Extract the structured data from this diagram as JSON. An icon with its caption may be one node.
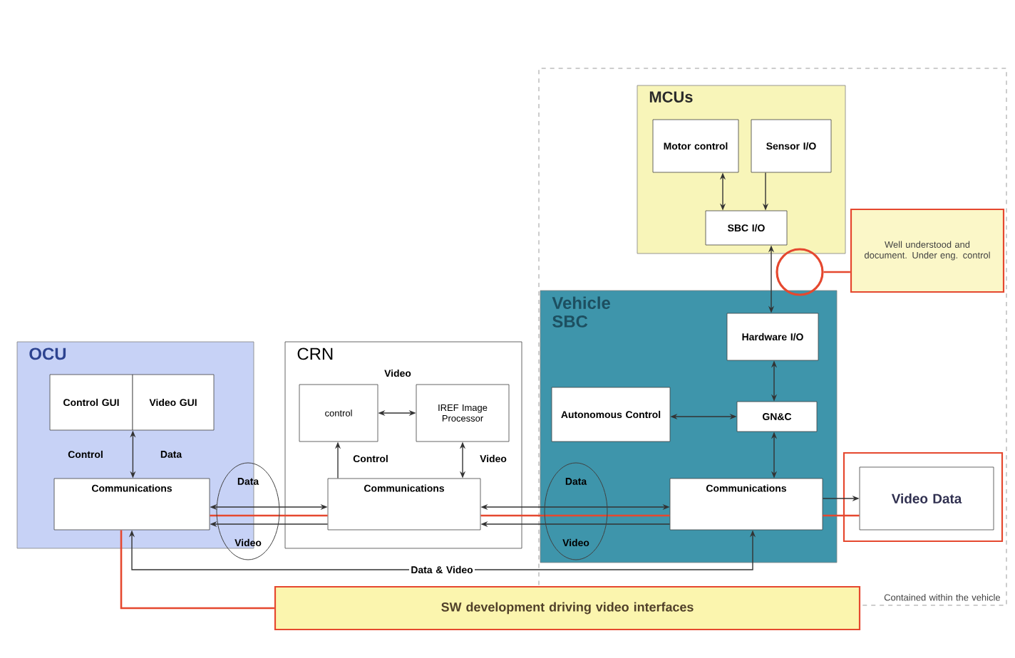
{
  "diagram": {
    "nodes": [
      {
        "text": [
          "OCU"
        ]
      },
      {
        "text": [
          "Control GUI"
        ],
        "in": 0
      },
      {
        "text": [
          "Video GUI"
        ],
        "in": 0
      },
      {
        "text": [
          "Communications"
        ],
        "in": 0
      },
      {
        "text": [
          "CRN"
        ]
      },
      {
        "text": [
          "control"
        ],
        "in": 4
      },
      {
        "text": [
          "IREF Image Processor"
        ],
        "in": 4
      },
      {
        "text": [
          "Communications"
        ],
        "in": 4
      },
      {
        "text": [
          "Contained within the vehicle"
        ]
      },
      {
        "text": [
          "MCUs"
        ],
        "in": 8
      },
      {
        "text": [
          "Motor control"
        ],
        "in": 9
      },
      {
        "text": [
          "Sensor I/O"
        ],
        "in": 9
      },
      {
        "text": [
          "SBC I/O"
        ],
        "in": 9
      },
      {
        "text": [
          "Vehicle SBC"
        ],
        "in": 8
      },
      {
        "text": [
          "Hardware I/O"
        ],
        "in": 13
      },
      {
        "text": [
          "Autonomous Control"
        ],
        "in": 13
      },
      {
        "text": [
          "GN&C"
        ],
        "in": 13
      },
      {
        "text": [
          "Communications"
        ],
        "in": 13
      },
      {
        "text": [
          "Video Data"
        ],
        "in": 8
      },
      {
        "text": [
          "Well understood and document. Under eng. control"
        ],
        "in": 8
      },
      {
        "text": [
          "SW development driving video interfaces"
        ]
      },
      {
        "text": [],
        "shape": "circle",
        "in": 8
      }
    ],
    "edges": [
      {
        "from": 1,
        "to": 3,
        "arrow": "both",
        "label": "Control"
      },
      {
        "from": 3,
        "to": 7,
        "arrow": "both",
        "label": "Data"
      },
      {
        "from": 7,
        "to": 3,
        "arrow": "to",
        "label": "Video"
      },
      {
        "from": 5,
        "to": 6,
        "arrow": "both",
        "label": "Video"
      },
      {
        "from": 7,
        "to": 5,
        "arrow": "to",
        "label": "Control"
      },
      {
        "from": 6,
        "to": 7,
        "arrow": "both",
        "label": "Video"
      },
      {
        "from": 7,
        "to": 17,
        "arrow": "both",
        "label": "Data"
      },
      {
        "from": 17,
        "to": 7,
        "arrow": "to",
        "label": "Video"
      },
      {
        "from": 17,
        "to": 18,
        "arrow": "to"
      },
      {
        "from": 10,
        "to": 12,
        "arrow": "both"
      },
      {
        "from": 11,
        "to": 12,
        "arrow": "to"
      },
      {
        "from": 12,
        "to": 14,
        "arrow": "both"
      },
      {
        "from": 14,
        "to": 16,
        "arrow": "both"
      },
      {
        "from": 15,
        "to": 16,
        "arrow": "both"
      },
      {
        "from": 16,
        "to": 17,
        "arrow": "both"
      },
      {
        "from": 17,
        "to": 3,
        "arrow": "both",
        "label": "Data & Video"
      },
      {
        "from": 19,
        "to": 21,
        "arrow": "none",
        "color": "#e5482f"
      },
      {
        "from": 20,
        "to": 3,
        "arrow": "none",
        "color": "#e5482f"
      },
      {
        "from": 3,
        "to": 7,
        "arrow": "none",
        "color": "#e5482f"
      },
      {
        "from": 7,
        "to": 17,
        "arrow": "none",
        "color": "#e5482f"
      },
      {
        "from": 17,
        "to": 18,
        "arrow": "none",
        "color": "#e5482f"
      }
    ],
    "labels": [
      "Data"
    ]
  }
}
